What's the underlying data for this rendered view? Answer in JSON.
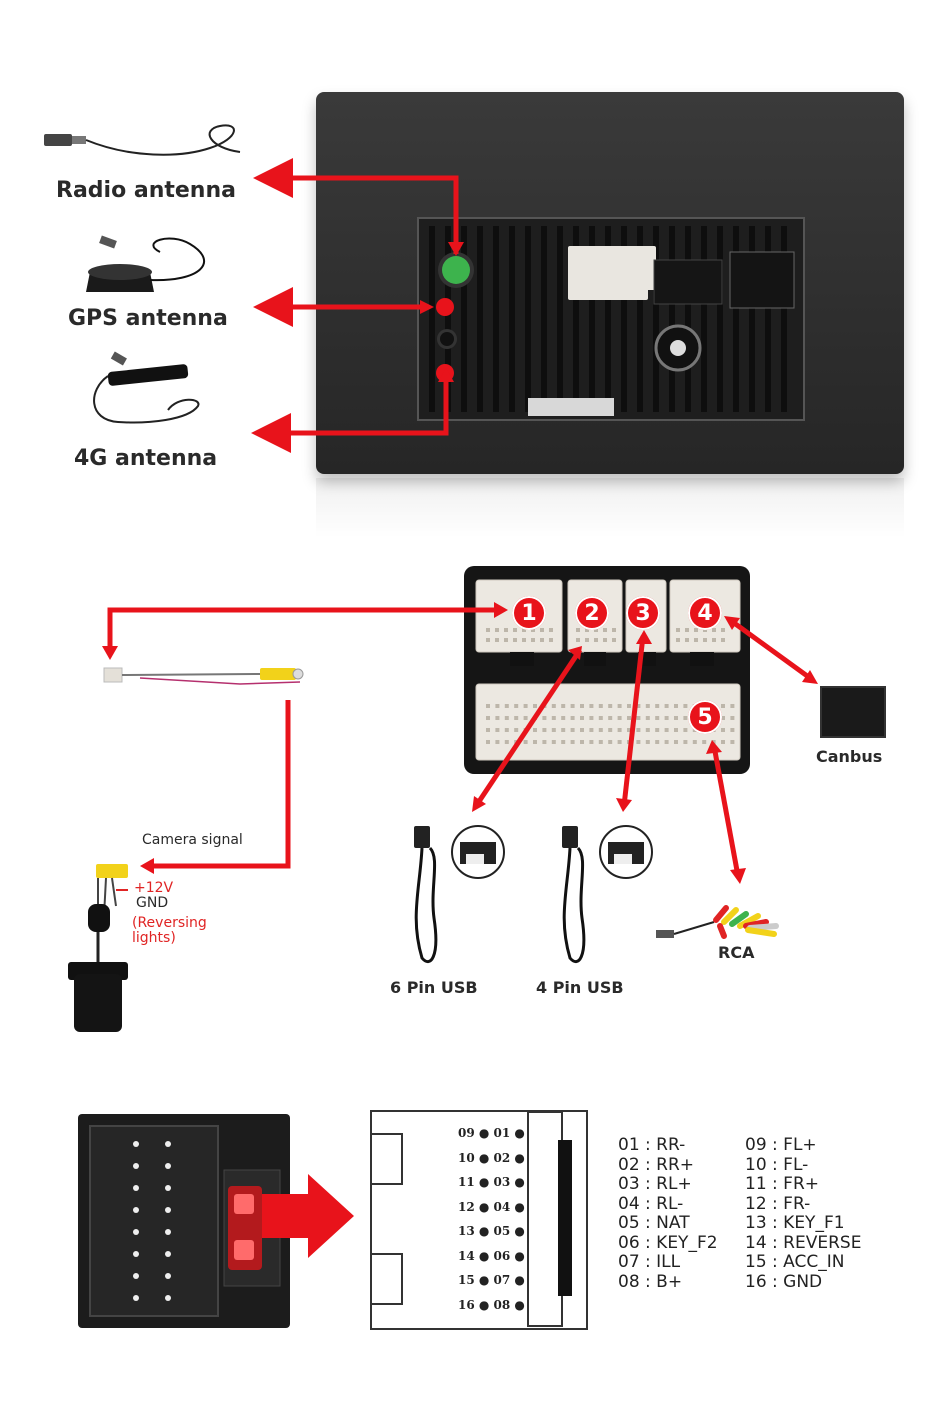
{
  "antennas": {
    "radio": "Radio antenna",
    "gps": "GPS antenna",
    "fourg": "4G antenna"
  },
  "connectors": {
    "badges": [
      "1",
      "2",
      "3",
      "4",
      "5"
    ],
    "canbus": "Canbus",
    "camera_signal": "Camera signal",
    "power_12v": "+12V",
    "gnd": "GND",
    "reversing_lights": "(Reversing lights)",
    "usb6": "6 Pin USB",
    "usb4": "4 Pin USB",
    "rca": "RCA"
  },
  "pinout": {
    "diagram_rows": [
      {
        "left": "09",
        "right": "01"
      },
      {
        "left": "10",
        "right": "02"
      },
      {
        "left": "11",
        "right": "03"
      },
      {
        "left": "12",
        "right": "04"
      },
      {
        "left": "13",
        "right": "05"
      },
      {
        "left": "14",
        "right": "06"
      },
      {
        "left": "15",
        "right": "07"
      },
      {
        "left": "16",
        "right": "08"
      }
    ],
    "left_list": [
      "01 : RR-",
      "02 : RR+",
      "03 : RL+",
      "04 : RL-",
      "05 : NAT",
      "06 : KEY_F2",
      "07 : ILL",
      "08 : B+"
    ],
    "right_list": [
      "09 : FL+",
      "10 : FL-",
      "11 : FR+",
      "12 : FR-",
      "13 : KEY_F1",
      "14 : REVERSE",
      "15 : ACC_IN",
      "16 : GND"
    ]
  },
  "colors": {
    "arrow": "#e8131b",
    "panel": "#2d2d2d",
    "connector": "#ece8e1"
  }
}
